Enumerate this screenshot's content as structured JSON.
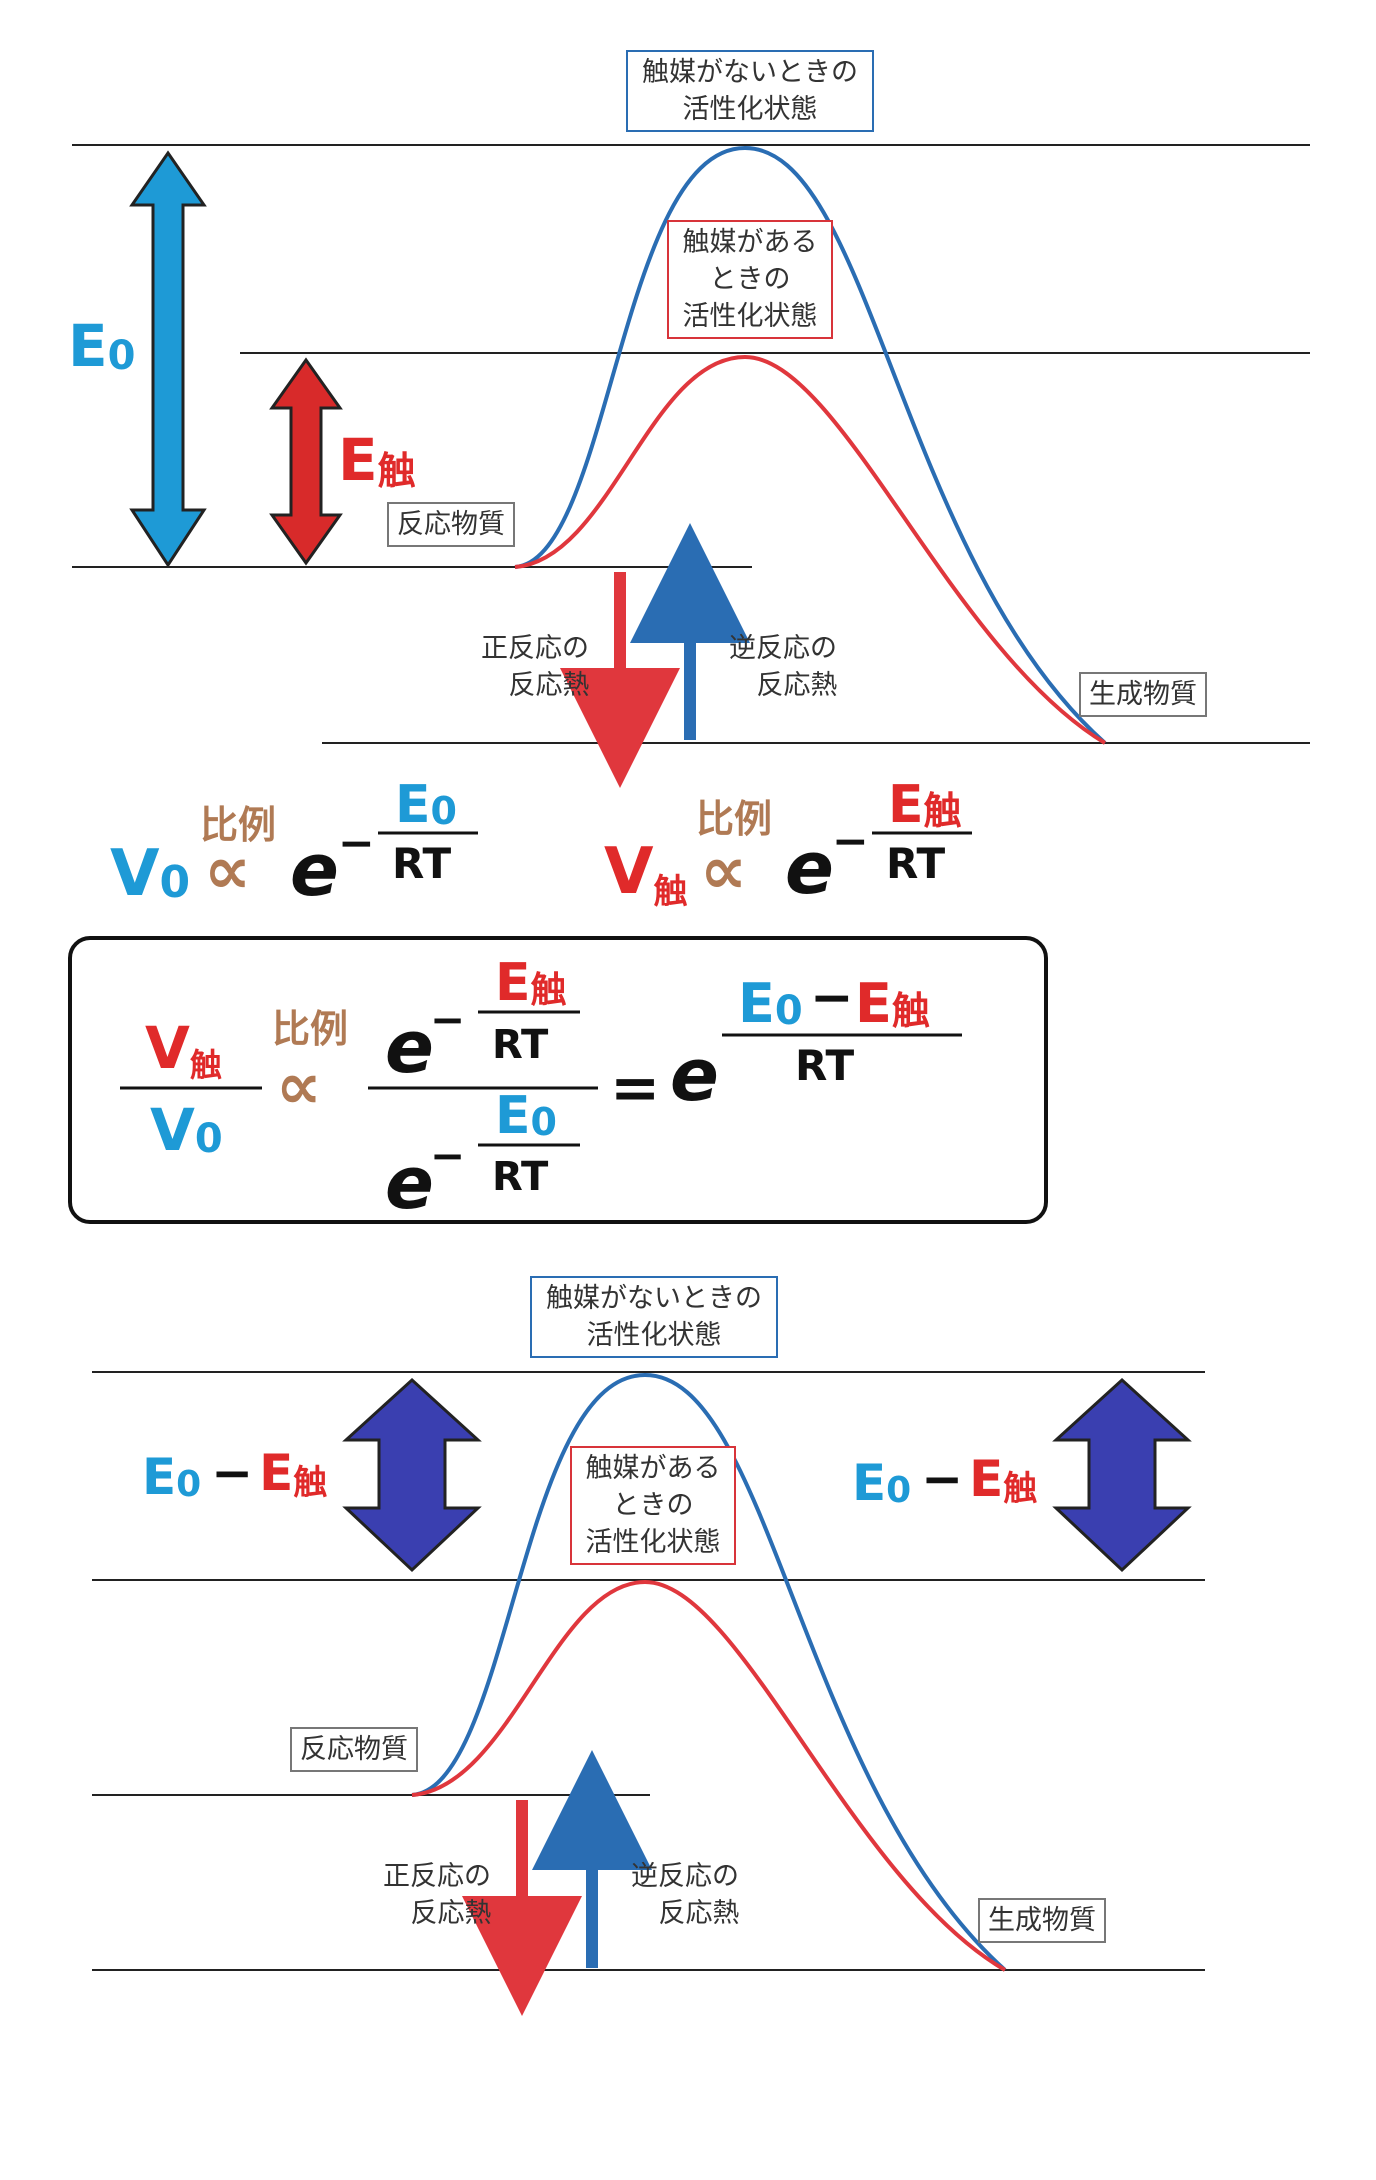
{
  "diagram1": {
    "uncatalyzed_ts_label": [
      "触媒がないときの",
      "活性化状態"
    ],
    "catalyzed_ts_label": [
      "触媒がある",
      "ときの",
      "活性化状態"
    ],
    "reactant_label": "反応物質",
    "product_label": "生成物質",
    "forward_heat_label": [
      "正反応の",
      "反応熱"
    ],
    "reverse_heat_label": [
      "逆反応の",
      "反応熱"
    ],
    "e0_symbol": "E",
    "e0_subscript": "0",
    "ecat_symbol": "E",
    "ecat_subscript": "触"
  },
  "rate_formulas": {
    "v0_symbol": "V",
    "v0_subscript": "0",
    "vcat_symbol": "V",
    "vcat_subscript": "触",
    "proportional_word": "比例",
    "proportional_sign": "∝",
    "base": "e",
    "minus": "−",
    "numerator_e": "E",
    "sub_0": "0",
    "sub_cat": "触",
    "denominator": "RT"
  },
  "ratio_formula": {
    "equals": "=",
    "diff_minus": "−"
  },
  "diagram2": {
    "uncatalyzed_ts_label": [
      "触媒がないときの",
      "活性化状態"
    ],
    "catalyzed_ts_label": [
      "触媒がある",
      "ときの",
      "活性化状態"
    ],
    "reactant_label": "反応物質",
    "product_label": "生成物質",
    "forward_heat_label": [
      "正反応の",
      "反応熱"
    ],
    "reverse_heat_label": [
      "逆反応の",
      "反応熱"
    ],
    "diff_minus": "−"
  },
  "colors": {
    "blue_curve": "#2a6db3",
    "red_curve": "#e0373d",
    "e0_arrow": "#1e9ad6",
    "ecat_arrow": "#d82a2a",
    "diff_arrow": "#3a3fb0",
    "e0_text": "#1e9ad6",
    "ecat_text": "#e02a2a",
    "proportional": "#b07a54",
    "heat_forward": "#e0373d",
    "heat_reverse": "#2a6db3"
  }
}
